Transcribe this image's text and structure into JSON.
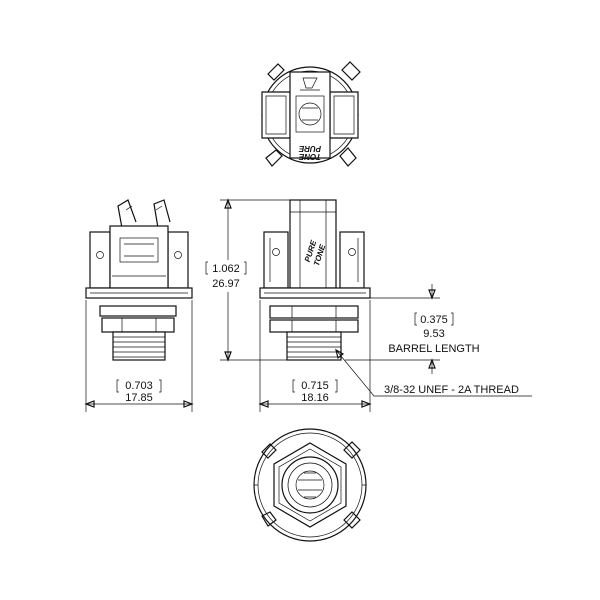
{
  "dimensions": {
    "height_in": "1.062",
    "height_mm": "26.97",
    "barrel_in": "0.375",
    "barrel_mm": "9.53",
    "barrel_label": "BARREL LENGTH",
    "left_width_in": "0.703",
    "left_width_mm": "17.85",
    "right_width_in": "0.715",
    "right_width_mm": "18.16",
    "thread_label": "3/8-32 UNEF - 2A THREAD"
  },
  "logo": {
    "line1": "PURE",
    "line2": "TONE"
  },
  "colors": {
    "line": "#111111",
    "background": "#ffffff"
  }
}
